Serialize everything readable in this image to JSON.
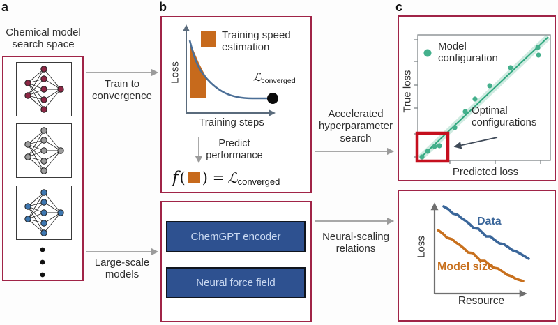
{
  "colors": {
    "panel_border": "#a02447",
    "highlight_red": "#c50f1e",
    "orange": "#c76a1c",
    "deep_blue_rect": "#2e5190",
    "node_red": "#8c2845",
    "node_gray": "#9c9c9c",
    "node_blue": "#3e77b0",
    "loss_curve_blue": "#4a6e96",
    "scaling_blue": "#3a669a",
    "scaling_orange": "#c8701d",
    "green": "#44b08c",
    "connector_gray": "#9b9b9b"
  },
  "panel_a": {
    "label": "a",
    "title": "Chemical model search space"
  },
  "connectors": {
    "train": "Train to convergence",
    "large_scale": "Large-scale models",
    "accelerated": "Accelerated hyperparameter search",
    "neural_scaling": "Neural-scaling relations"
  },
  "panel_b": {
    "label": "b",
    "loss_plot": {
      "legend": "Training speed estimation",
      "ylabel": "Loss",
      "xlabel": "Training steps",
      "converged": {
        "script_l": "ℒ",
        "subscript": "converged"
      }
    },
    "predict_label": "Predict performance",
    "formula": {
      "f": "f",
      "open": "(",
      "close_eq": ") = ",
      "script_l": "ℒ",
      "subscript": "converged"
    },
    "models": [
      "ChemGPT encoder",
      "Neural force field"
    ]
  },
  "panel_c": {
    "label": "c",
    "scatter": {
      "legend": "Model configuration",
      "annotation": "Optimal configurations",
      "ylabel": "True loss",
      "xlabel": "Predicted loss"
    },
    "scaling": {
      "ylabel": "Loss",
      "xlabel": "Resource",
      "data_label": "Data",
      "model_label": "Model size"
    }
  },
  "chart_data": [
    {
      "type": "line",
      "panel": "b-top",
      "title": "Schematic training loss curve",
      "xlabel": "Training steps",
      "ylabel": "Loss",
      "legend": [
        "Training speed estimation"
      ],
      "annotations": [
        "ℒ converged marked with black dot at end of curve",
        "orange shaded region under early steep part of curve"
      ],
      "x": [
        0,
        0.1,
        0.2,
        0.3,
        0.4,
        0.5,
        0.6,
        0.8,
        1.0
      ],
      "y": [
        1.0,
        0.68,
        0.45,
        0.3,
        0.22,
        0.18,
        0.17,
        0.17,
        0.17
      ]
    },
    {
      "type": "scatter",
      "panel": "c-top",
      "xlabel": "Predicted loss",
      "ylabel": "True loss",
      "legend": [
        "Model configuration"
      ],
      "annotations": [
        "Optimal configurations: red box around lower-left cluster",
        "green linear fit with light confidence band"
      ],
      "points": [
        [
          0.03,
          0.03
        ],
        [
          0.08,
          0.07
        ],
        [
          0.13,
          0.11
        ],
        [
          0.17,
          0.12
        ],
        [
          0.29,
          0.26
        ],
        [
          0.37,
          0.39
        ],
        [
          0.44,
          0.49
        ],
        [
          0.56,
          0.6
        ],
        [
          0.72,
          0.74
        ],
        [
          0.93,
          0.9
        ],
        [
          0.94,
          0.84
        ]
      ],
      "fit_line": [
        [
          0,
          0
        ],
        [
          1,
          1
        ]
      ]
    },
    {
      "type": "line",
      "panel": "c-bottom",
      "xlabel": "Resource",
      "ylabel": "Loss",
      "series": [
        {
          "name": "Data",
          "x": [
            0,
            0.2,
            0.4,
            0.6,
            0.8,
            1.0
          ],
          "y": [
            0.95,
            0.82,
            0.68,
            0.58,
            0.48,
            0.4
          ]
        },
        {
          "name": "Model size",
          "x": [
            0,
            0.2,
            0.4,
            0.6,
            0.8,
            1.0
          ],
          "y": [
            0.7,
            0.56,
            0.43,
            0.33,
            0.25,
            0.17
          ]
        }
      ]
    }
  ]
}
